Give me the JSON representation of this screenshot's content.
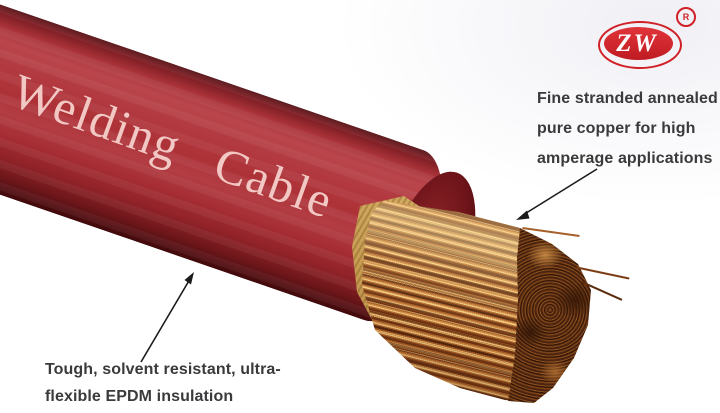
{
  "brand": {
    "logo_text": "ZW",
    "registered_symbol": "R"
  },
  "product": {
    "cable_label": "Welding Cable"
  },
  "callouts": {
    "copper": {
      "lines": [
        "Fine stranded annealed",
        "pure copper for high",
        "amperage applications"
      ],
      "arrow": "diagonal-arrow-down-left"
    },
    "insulation": {
      "lines": [
        "Tough, solvent resistant, ultra-",
        "flexible EPDM insulation"
      ],
      "arrow": "diagonal-arrow-up-right"
    }
  },
  "colors": {
    "jacket_red": "#b23a40",
    "jacket_label_pink": "#f2c8c4",
    "logo_red": "#cf2127",
    "copper": "#b06a2e",
    "copper_end_dark": "#4a2410",
    "note_text": "#3a3a3c",
    "background": "#ffffff"
  }
}
